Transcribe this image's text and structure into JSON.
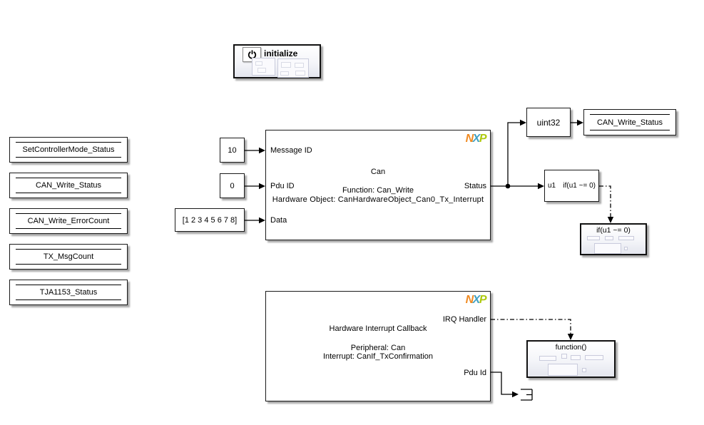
{
  "diagram": {
    "nxp_logo": {
      "n": "N",
      "x": "X",
      "p": "P"
    },
    "colors": {
      "nxp_n": "#F08A21",
      "nxp_x": "#41A1C4",
      "nxp_p": "#ADC90E",
      "wire": "#000000",
      "block_bg": "#ffffff"
    },
    "initialize": {
      "label": "initialize",
      "icon": "power-icon"
    },
    "data_stores": [
      {
        "label": "SetControllerMode_Status"
      },
      {
        "label": "CAN_Write_Status"
      },
      {
        "label": "CAN_Write_ErrorCount"
      },
      {
        "label": "TX_MsgCount"
      },
      {
        "label": "TJA1153_Status"
      }
    ],
    "constants": [
      {
        "value": "10"
      },
      {
        "value": "0"
      },
      {
        "value": "[1 2 3 4 5 6 7 8]"
      }
    ],
    "can_write_block": {
      "title": "Can",
      "function_line": "Function: Can_Write",
      "hardware_object_line": "Hardware Object: CanHardwareObject_Can0_Tx_Interrupt",
      "ports": {
        "in1": "Message ID",
        "in2": "Pdu ID",
        "in3": "Data",
        "out1": "Status"
      }
    },
    "uint32_block": {
      "label": "uint32"
    },
    "data_store_write": {
      "label": "CAN_Write_Status"
    },
    "if_block": {
      "input_label": "u1",
      "condition_label": "if(u1 ~= 0)"
    },
    "if_action_subsystem": {
      "title": "if(u1 ~= 0)"
    },
    "interrupt_block": {
      "title": "Hardware Interrupt Callback",
      "peripheral_line": "Peripheral: Can",
      "interrupt_line": "Interrupt: CanIf_TxConfirmation",
      "ports": {
        "out1": "IRQ Handler",
        "out2": "Pdu Id"
      }
    },
    "function_subsystem": {
      "title": "function()"
    }
  }
}
